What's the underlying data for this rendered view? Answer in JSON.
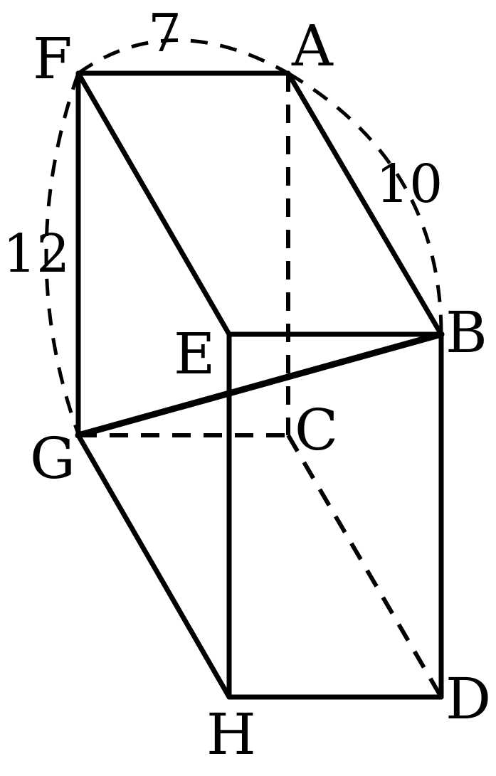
{
  "vertices": {
    "A": "A",
    "B": "B",
    "C": "C",
    "D": "D",
    "E": "E",
    "F": "F",
    "G": "G",
    "H": "H"
  },
  "dimensions": {
    "fa": "7",
    "ab": "10",
    "fg": "12"
  },
  "colors": {
    "stroke": "#000000",
    "background": "#ffffff"
  }
}
